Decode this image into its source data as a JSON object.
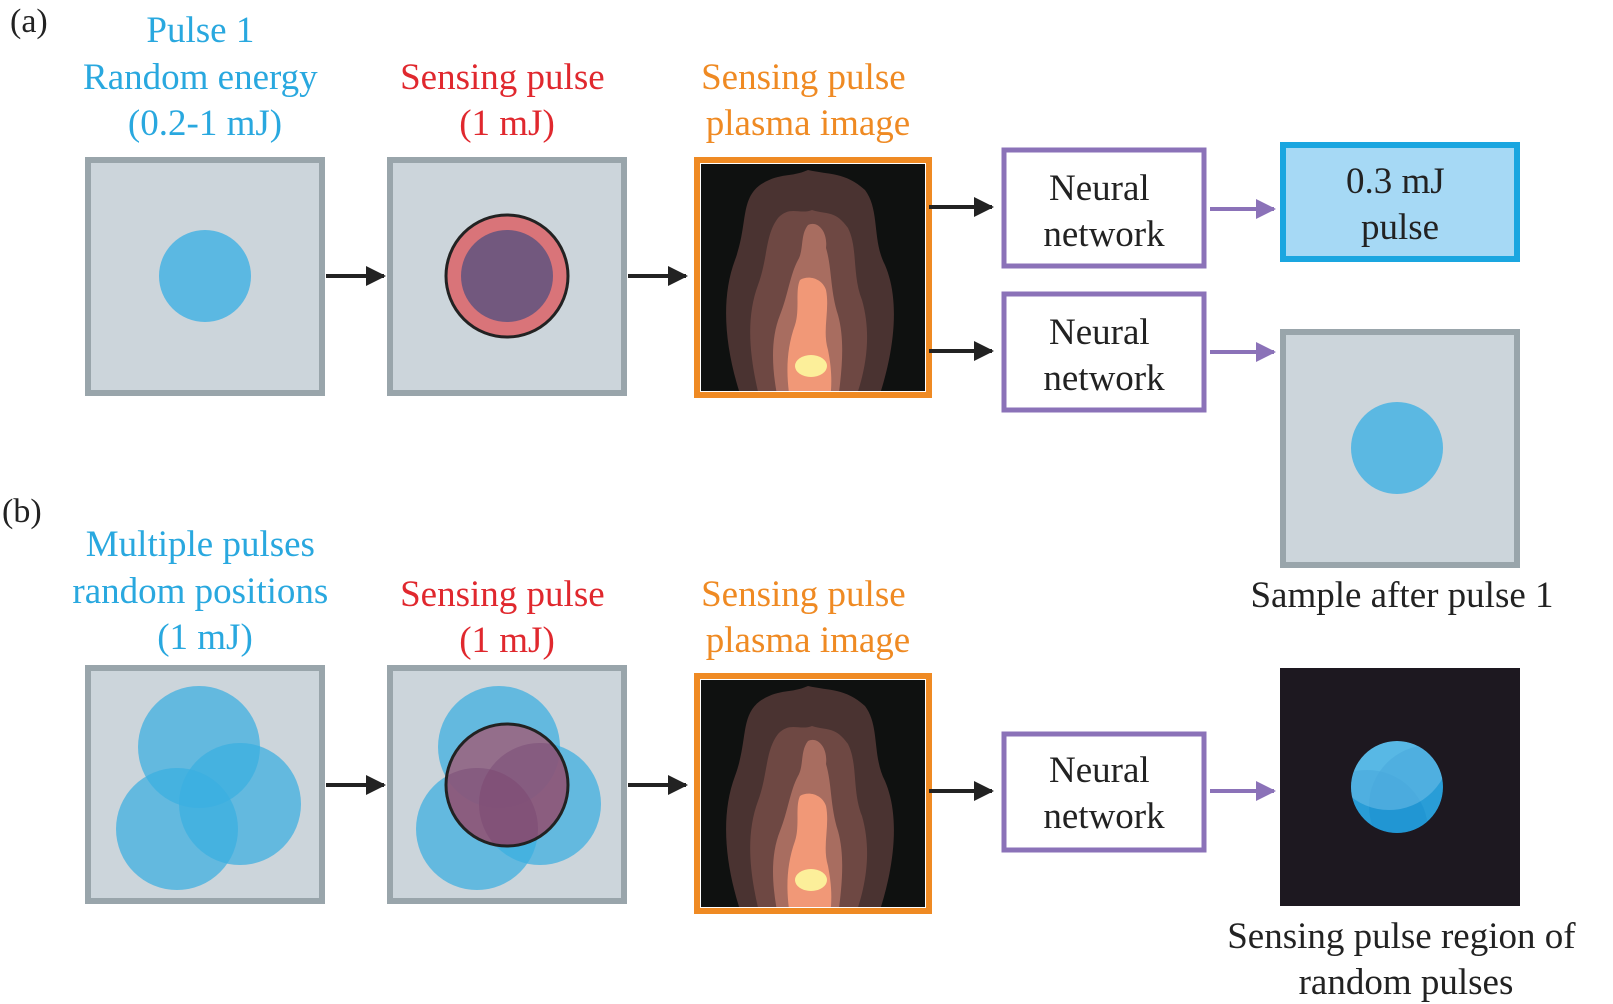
{
  "panels": {
    "a": {
      "label": "(a)",
      "input_title": [
        "Pulse 1",
        "Random energy",
        "(0.2-1 mJ)"
      ],
      "sensing_title": [
        "Sensing pulse",
        "(1 mJ)"
      ],
      "plasma_title": [
        "Sensing pulse",
        "plasma image"
      ],
      "nn1": [
        "Neural",
        "network"
      ],
      "nn2": [
        "Neural",
        "network"
      ],
      "energy_output": [
        "0.3 mJ",
        "pulse"
      ],
      "sample_caption": "Sample after pulse 1"
    },
    "b": {
      "label": "(b)",
      "input_title": [
        "Multiple pulses",
        "random positions",
        "(1 mJ)"
      ],
      "sensing_title": [
        "Sensing pulse",
        "(1 mJ)"
      ],
      "plasma_title": [
        "Sensing pulse",
        "plasma image"
      ],
      "nn": [
        "Neural",
        "network"
      ],
      "region_caption": [
        "Sensing pulse region of",
        "random pulses"
      ]
    }
  },
  "colors": {
    "blue_text": "#29a8df",
    "red_text": "#e0282e",
    "orange_text": "#ef8a23",
    "sample_fill": "#ccd5db",
    "sample_border": "#99a5ab",
    "pulse_blue": "#3aaee0",
    "sensing_ring": "#d97479",
    "sensing_core": "#72587e",
    "plasma_border": "#ef8a23",
    "nn_border": "#8b72b8",
    "output_fill": "#a6d9f5",
    "output_border": "#1aa6e0",
    "dark_panel": "#1d1820"
  }
}
